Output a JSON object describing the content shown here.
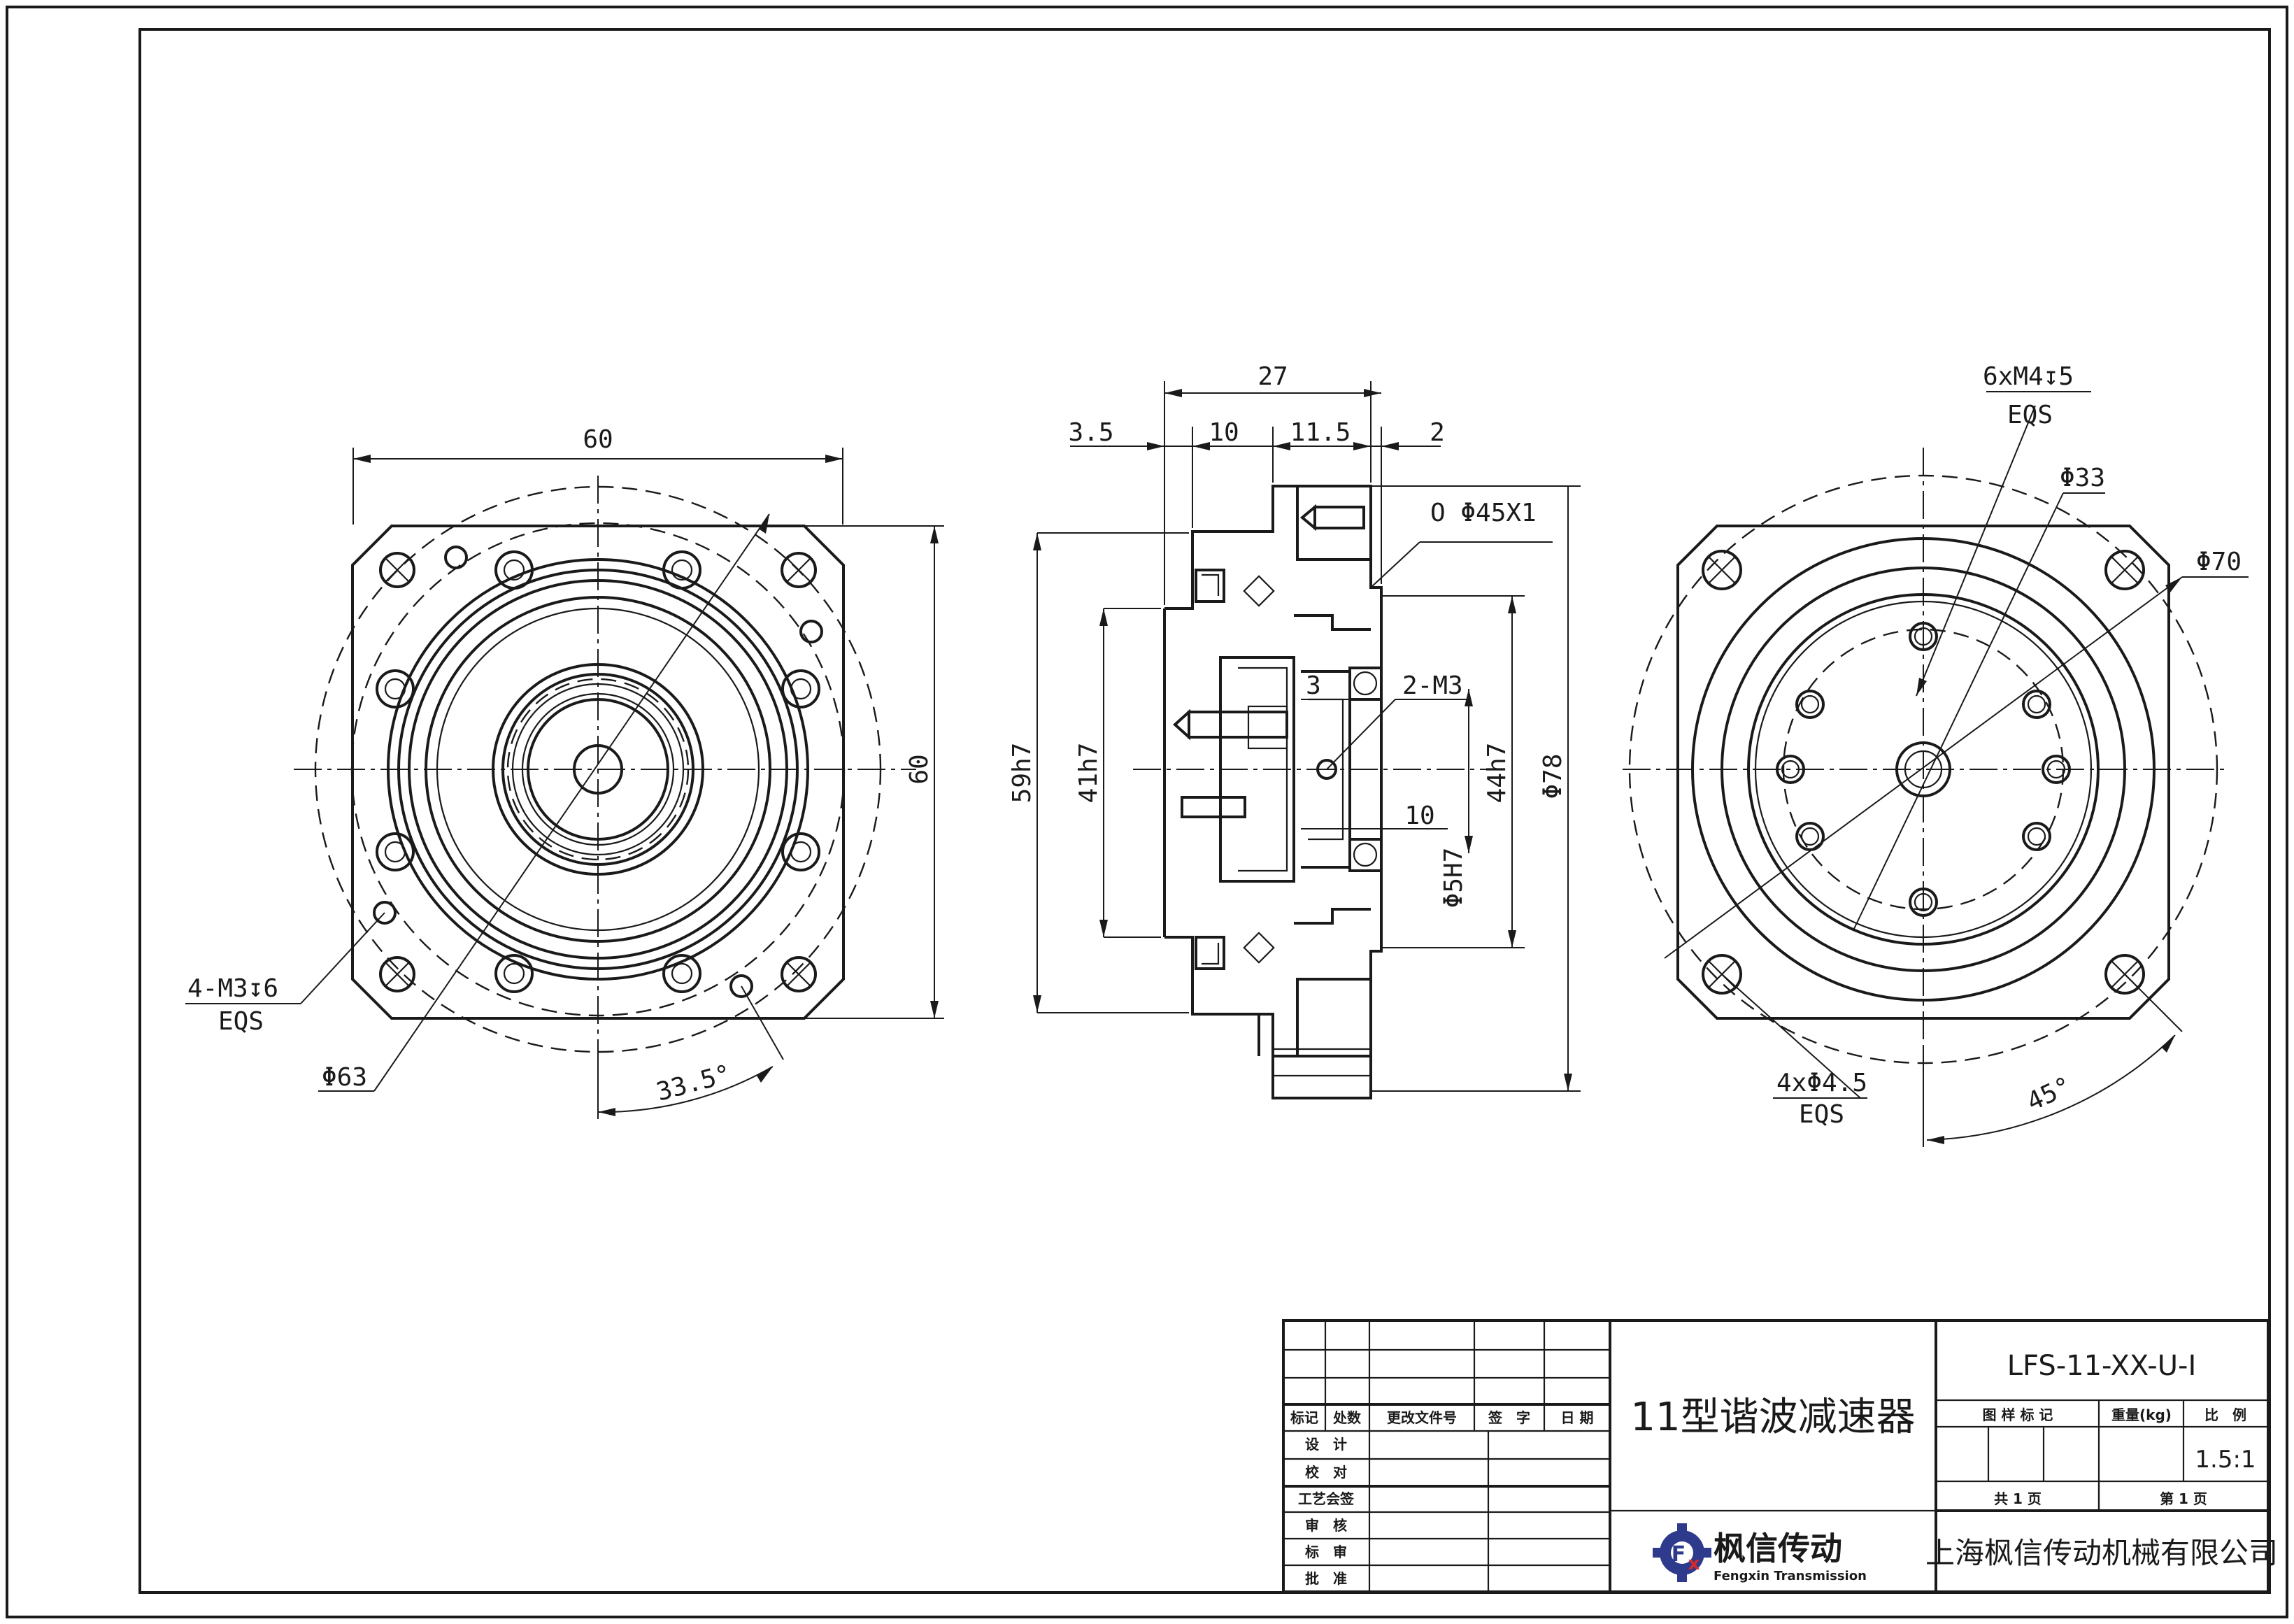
{
  "left_view": {
    "width_dim": "60",
    "height_dim": "60",
    "pcd_dim": "Φ63",
    "angle_dim": "33.5°",
    "thread_callout": "4-M3↧6",
    "eqs": "EQS"
  },
  "side_view": {
    "len_total": "27",
    "len_a": "3.5",
    "len_b": "10",
    "len_c": "11.5",
    "len_d": "2",
    "oring": "O Φ45X1",
    "tap": "2-M3",
    "depth_3": "3",
    "depth_10": "10",
    "d_59": "59h7",
    "d_41": "41h7",
    "d_44": "44h7",
    "d_5": "Φ5H7",
    "d_78": "Φ78"
  },
  "right_view": {
    "thread_callout": "6xM4↧5",
    "eqs_top": "EQS",
    "d_33": "Φ33",
    "d_70": "Φ70",
    "holes": "4xΦ4.5",
    "eqs_bottom": "EQS",
    "angle": "45°"
  },
  "title_block": {
    "col_labels": [
      "标记",
      "处数",
      "更改文件号",
      "签　字",
      "日 期"
    ],
    "row_labels": [
      "设　计",
      "校　对",
      "工艺会签",
      "审　核",
      "标　审",
      "批　准"
    ],
    "product_name": "11型谐波减速器",
    "part_no": "LFS-11-XX-U-I",
    "stage_label": "图 样 标 记",
    "weight_label": "重量(kg)",
    "scale_label": "比　例",
    "scale": "1.5:1",
    "sheets_total": "共 1 页",
    "sheet_no": "第 1 页",
    "logo_cn": "枫信传动",
    "logo_en": "Fengxin Transmission",
    "company": "上海枫信传动机械有限公司"
  }
}
